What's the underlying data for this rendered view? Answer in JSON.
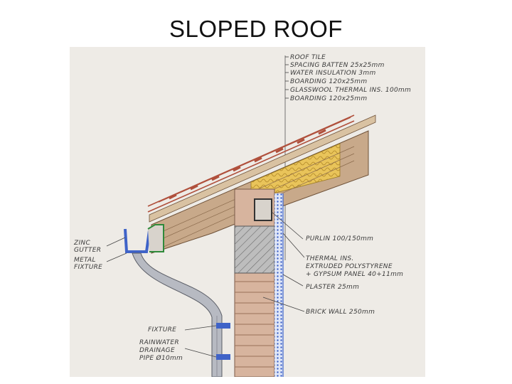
{
  "title": "SLOPED ROOF",
  "labels": {
    "roof_tile": "ROOF TILE",
    "spacing_batten": "SPACING BATTEN 25x25mm",
    "water_insulation": "WATER INSULATION 3mm",
    "boarding_top": "BOARDING 120x25mm",
    "glasswool": "GLASSWOOL THERMAL INS. 100mm",
    "boarding_bottom": "BOARDING 120x25mm",
    "zinc_gutter_1": "ZINC",
    "zinc_gutter_2": "GUTTER",
    "metal_fixture_1": "METAL",
    "metal_fixture_2": "FIXTURE",
    "purlin": "PURLIN 100/150mm",
    "thermal_ins_1": "THERMAL INS.",
    "thermal_ins_2": "EXTRUDED POLYSTYRENE",
    "thermal_ins_3": "+ GYPSUM PANEL 40+11mm",
    "plaster": "PLASTER 25mm",
    "brick_wall": "BRICK WALL 250mm",
    "fixture": "FIXTURE",
    "rainwater_1": "RAINWATER",
    "rainwater_2": "DRAINAGE",
    "rainwater_3": "PIPE Ø10mm"
  },
  "colors": {
    "paper": "#eeebe6",
    "tile": "#b0503c",
    "insulation": "#e9c45a",
    "timber": "#c8a98a",
    "brick": "#d7b49e",
    "thermal_blue": "#3f63c8",
    "gutter_green": "#2f8a3a",
    "pipe_gray": "#8c8f98"
  }
}
